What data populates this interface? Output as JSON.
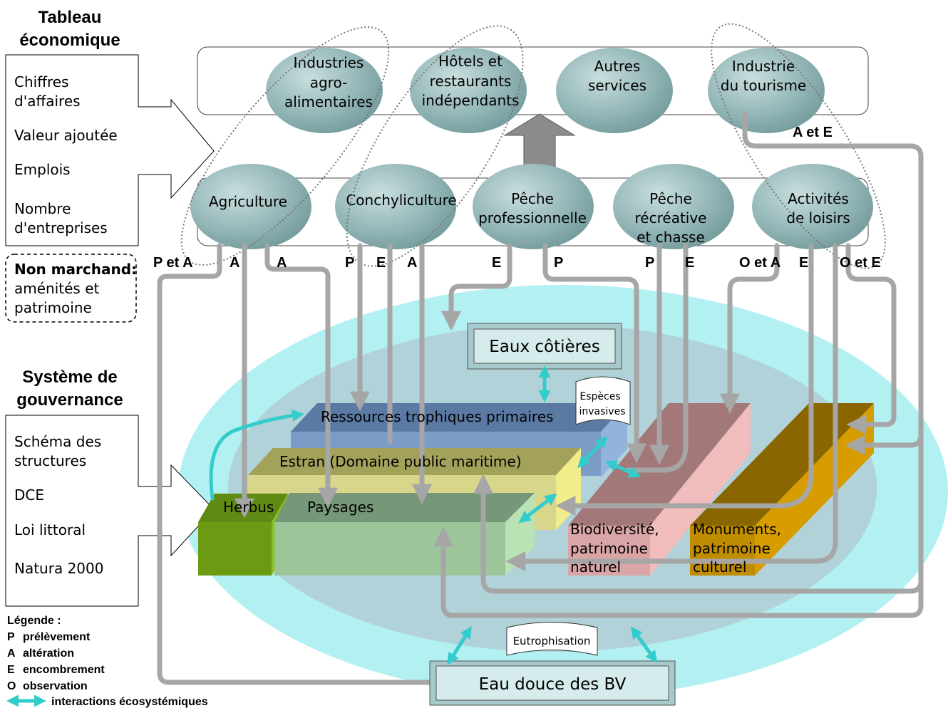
{
  "left_panel": {
    "tableau_title": [
      "Tableau",
      "économique"
    ],
    "tableau_items": [
      [
        "Chiffres",
        "d'affaires"
      ],
      [
        "Valeur ajoutée"
      ],
      [
        "Emplois"
      ],
      [
        "Nombre",
        "d'entreprises"
      ]
    ],
    "non_marchand": [
      "Non marchand:",
      "aménités et",
      "patrimoine"
    ],
    "gouvernance_title": [
      "Système de",
      "gouvernance"
    ],
    "gouvernance_items": [
      [
        "Schéma des",
        "structures"
      ],
      [
        "DCE"
      ],
      [
        "Loi littoral"
      ],
      [
        "Natura 2000"
      ]
    ]
  },
  "top_row": [
    [
      "Industries",
      "agro-",
      "alimentaires"
    ],
    [
      "Hôtels et",
      "restaurants",
      "indépendants"
    ],
    [
      "Autres",
      "services"
    ],
    [
      "Industrie",
      "du tourisme"
    ]
  ],
  "middle_row": [
    [
      "Agriculture"
    ],
    [
      "Conchyliculture"
    ],
    [
      "Pêche",
      "professionnelle"
    ],
    [
      "Pêche",
      "récréative",
      "et chasse"
    ],
    [
      "Activités",
      "de loisirs"
    ]
  ],
  "pressure_labels": [
    "P et A",
    "A",
    "A",
    "P",
    "E",
    "A",
    "E",
    "P",
    "P",
    "E",
    "O et A",
    "E",
    "O et E",
    "A et E"
  ],
  "ecosystem": {
    "eaux_cotieres": "Eaux côtières",
    "especes_invasives": [
      "Espèces",
      "invasives"
    ],
    "ressources": "Ressources trophiques primaires",
    "estran": "Estran (Domaine public maritime)",
    "herbus": "Herbus",
    "paysages": "Paysages",
    "biodiversite": [
      "Biodiversité,",
      "patrimoine",
      "naturel"
    ],
    "monuments": [
      "Monuments,",
      "patrimoine",
      "culturel"
    ],
    "eutrophisation": "Eutrophisation",
    "eau_douce": "Eau douce des BV"
  },
  "legend": {
    "title": "Légende :",
    "items": [
      {
        "key": "P",
        "text": "prélèvement"
      },
      {
        "key": "A",
        "text": "altération"
      },
      {
        "key": "E",
        "text": "encombrement"
      },
      {
        "key": "O",
        "text": "observation"
      }
    ],
    "interactions": "interactions écosystémiques"
  },
  "colors": {
    "sphere": "#8fb5b5",
    "flow_arrow": "#a6a6a6",
    "interaction_arrow": "#33cccc",
    "ellipse_outer": "#b3f0f2",
    "ellipse_inner": "#b0d2d8"
  }
}
